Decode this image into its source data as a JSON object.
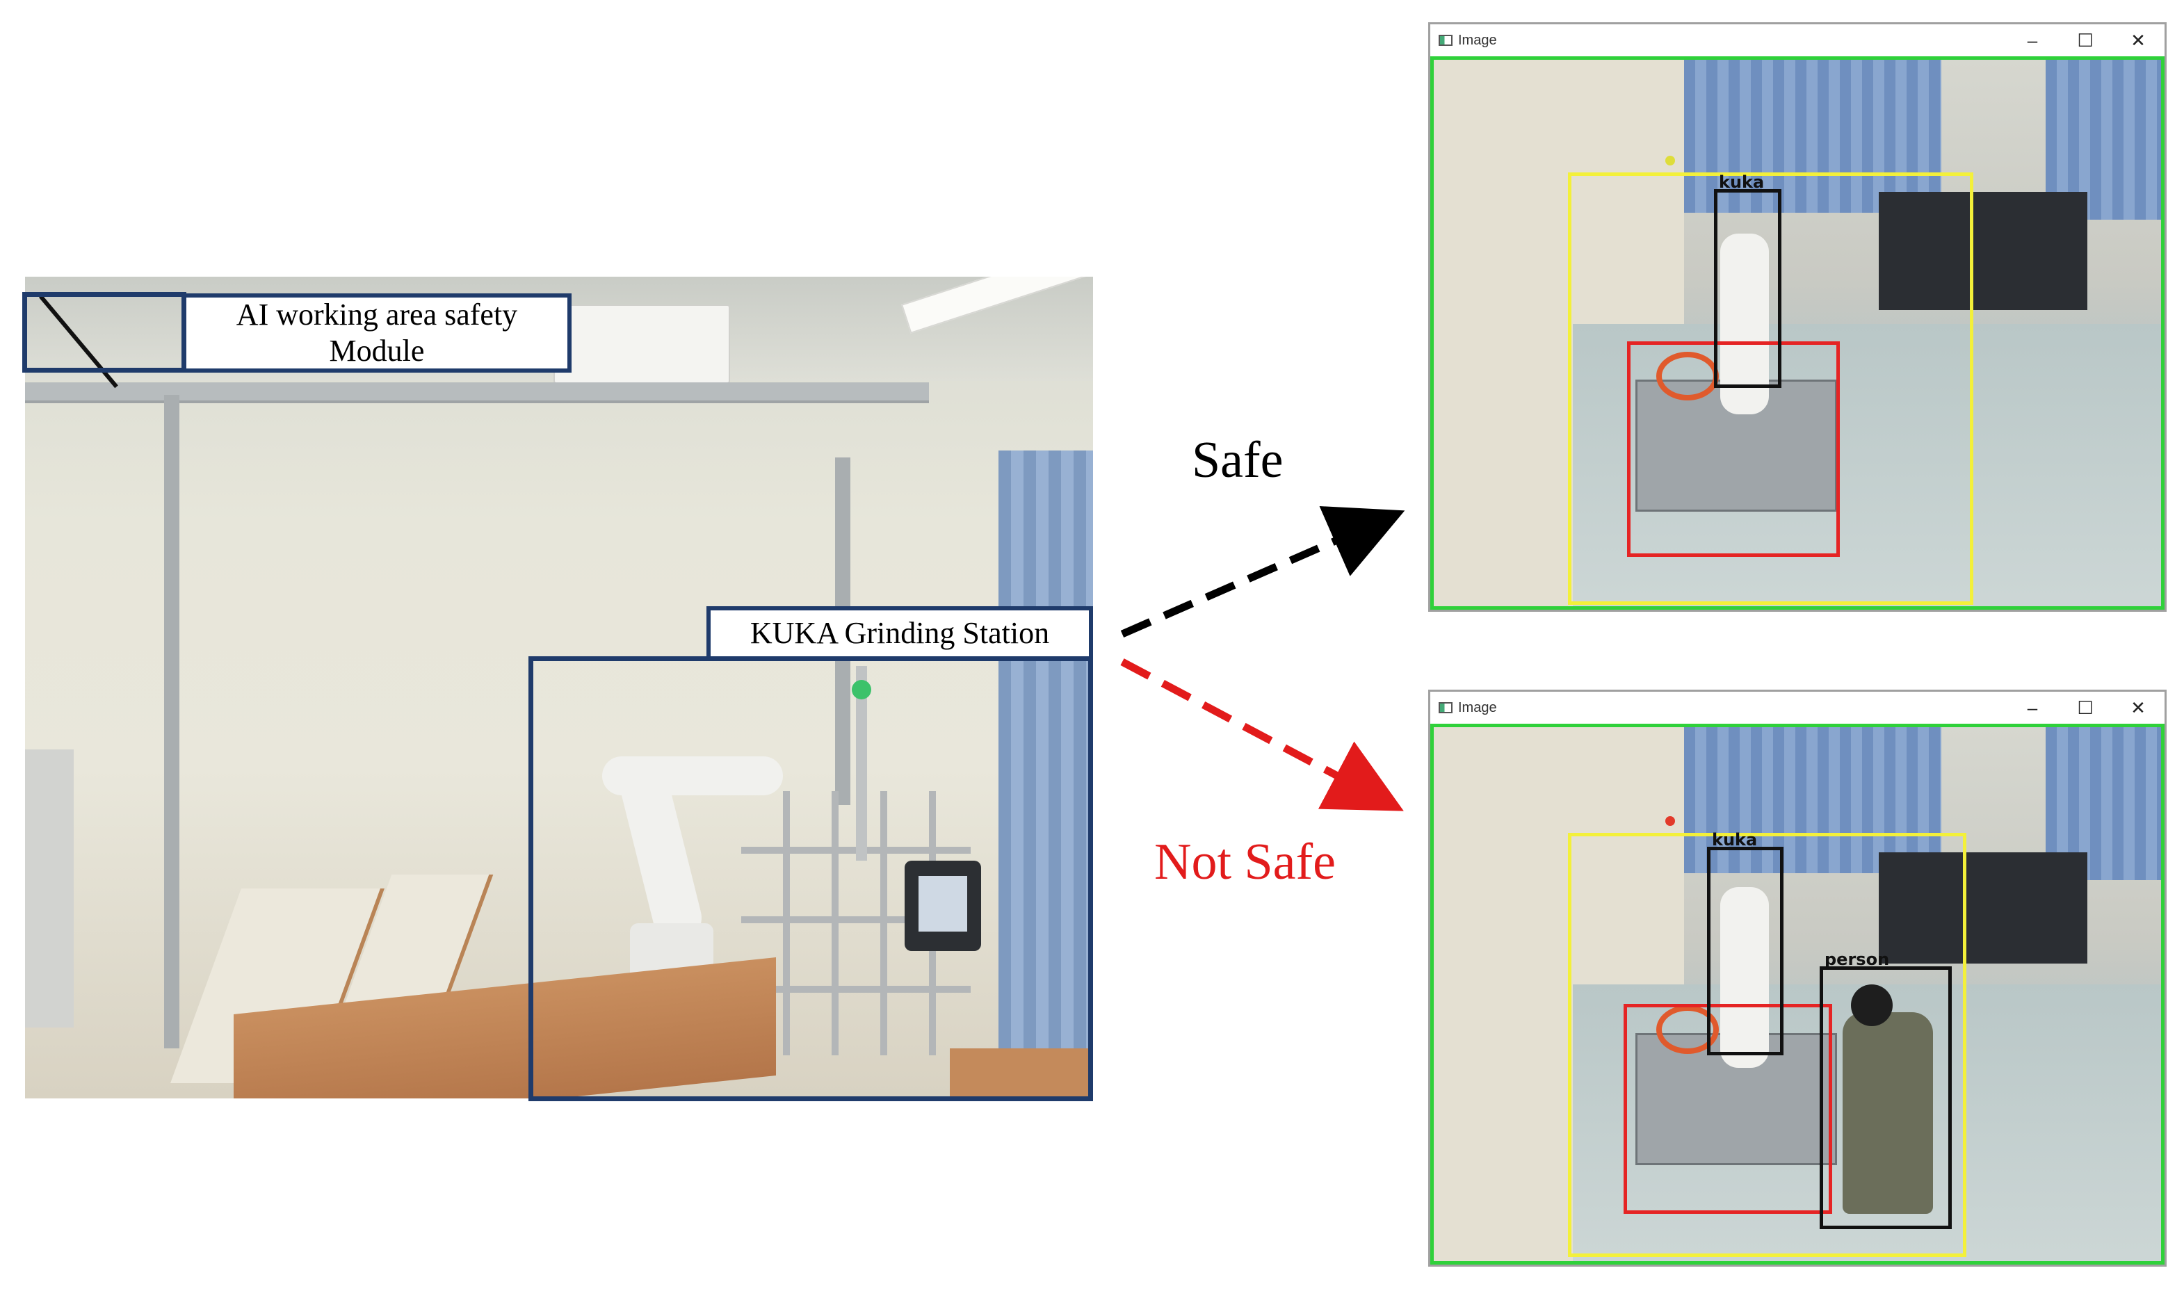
{
  "left_photo": {
    "module_label": "AI working area safety Module",
    "station_label": "KUKA Grinding Station"
  },
  "arrows": {
    "safe": {
      "label": "Safe",
      "color": "#000000"
    },
    "not_safe": {
      "label": "Not Safe",
      "color": "#e21b1b"
    }
  },
  "windows": {
    "safe": {
      "title": "Image",
      "controls": [
        "–",
        "☐",
        "✕"
      ],
      "detections": [
        {
          "label": "",
          "color": "#f3f03a"
        },
        {
          "label": "",
          "color": "#e52424"
        },
        {
          "label": "kuka",
          "color": "#111111"
        }
      ]
    },
    "not_safe": {
      "title": "Image",
      "controls": [
        "–",
        "☐",
        "✕"
      ],
      "detections": [
        {
          "label": "",
          "color": "#f3f03a"
        },
        {
          "label": "",
          "color": "#e52424"
        },
        {
          "label": "kuka",
          "color": "#111111"
        },
        {
          "label": "person",
          "color": "#111111"
        }
      ]
    }
  }
}
